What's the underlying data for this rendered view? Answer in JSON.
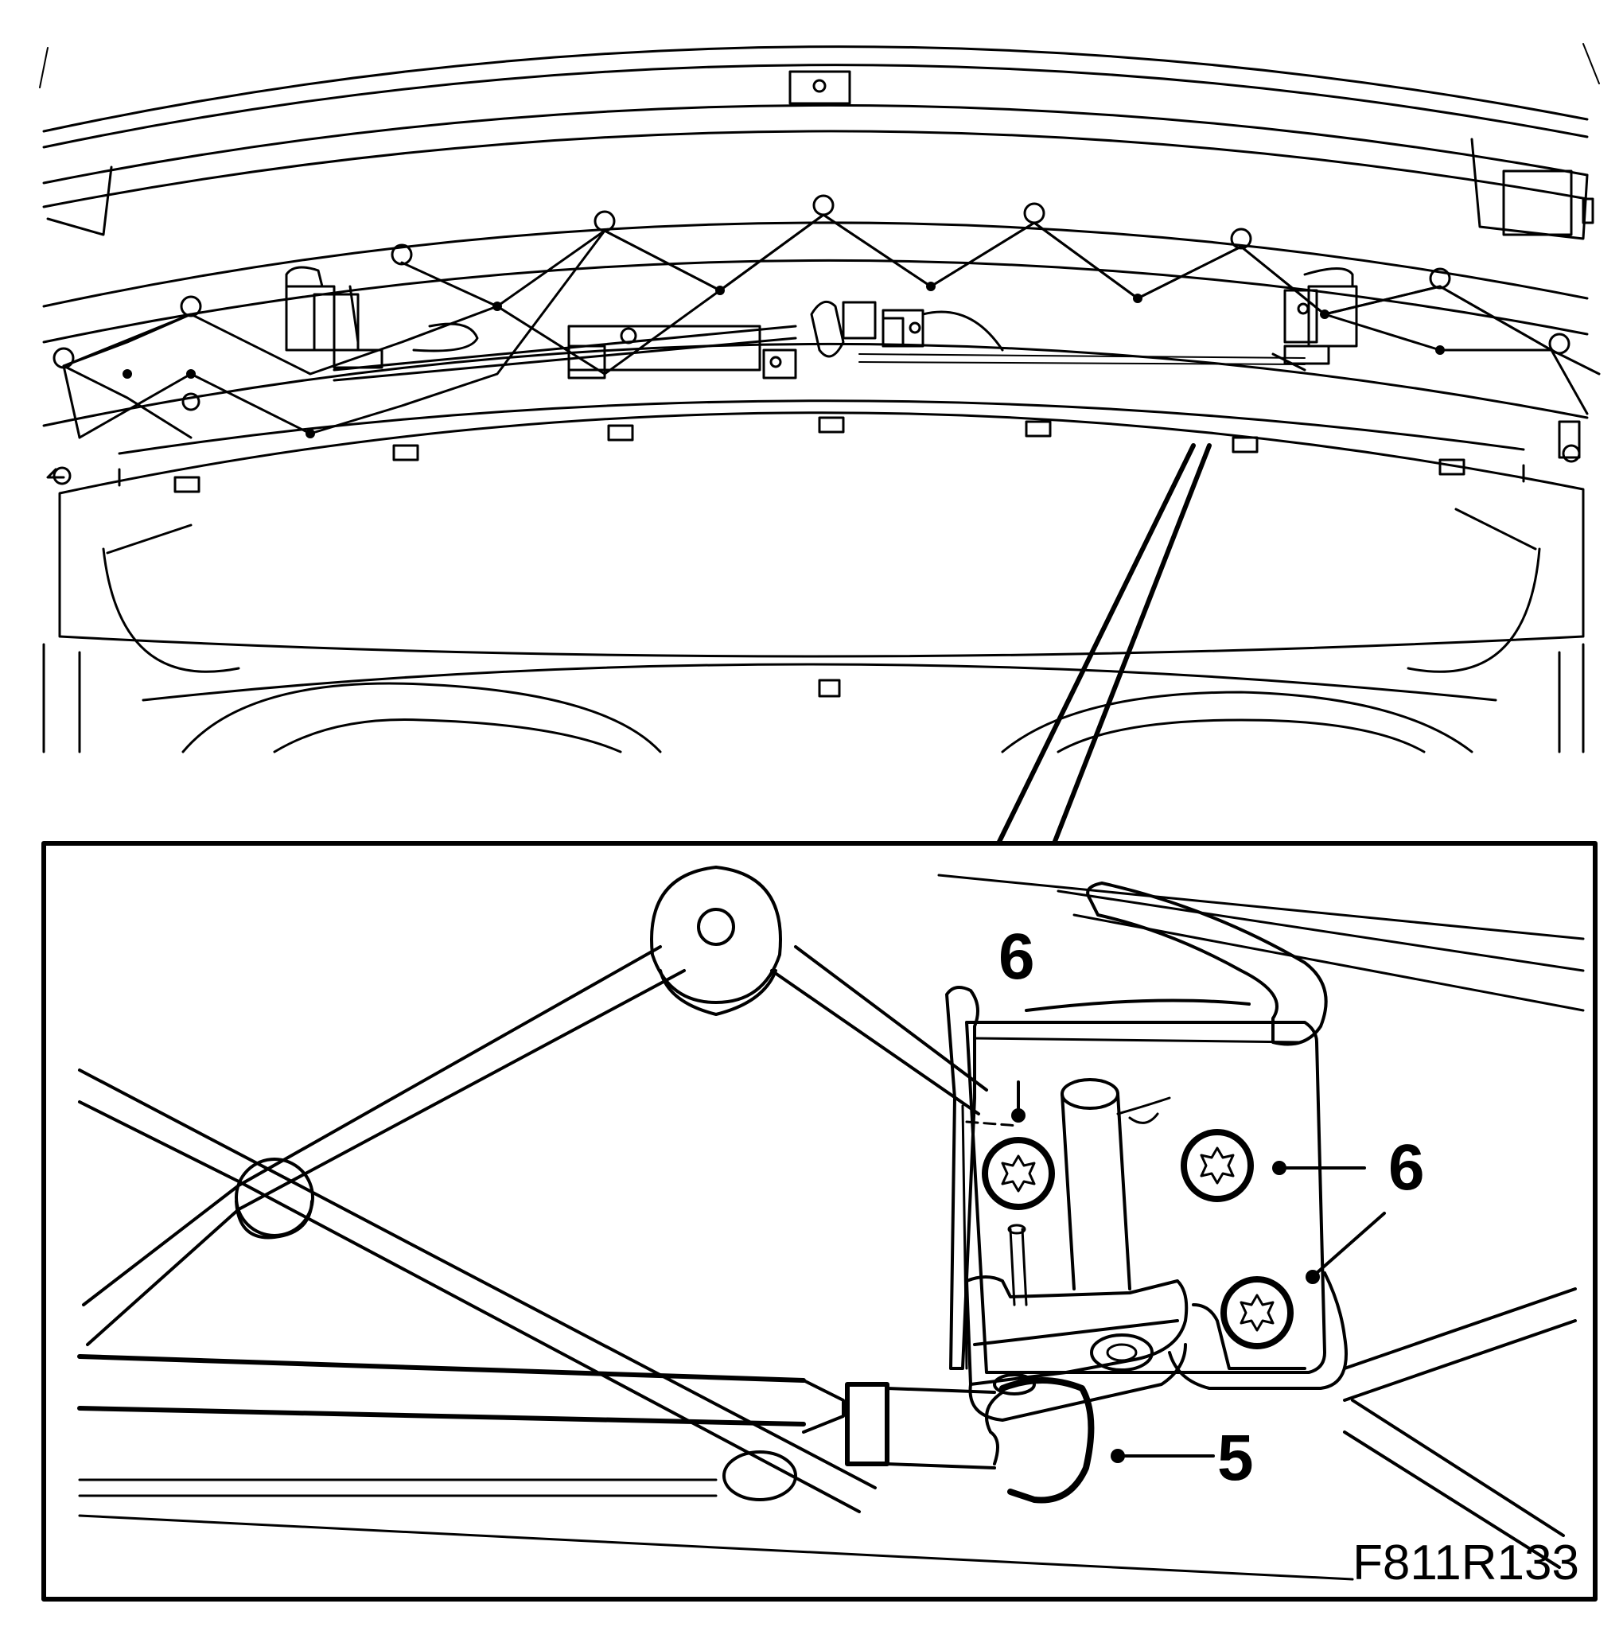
{
  "figure": {
    "id_label": "F811R133",
    "callouts": [
      {
        "number": "6",
        "target": "upper-left-torx-screw"
      },
      {
        "number": "6",
        "target": "upper-right-torx-screw"
      },
      {
        "number": "5",
        "target": "gas-strut-ball-socket"
      }
    ]
  },
  "colors": {
    "line": "#000000",
    "background": "#ffffff"
  }
}
